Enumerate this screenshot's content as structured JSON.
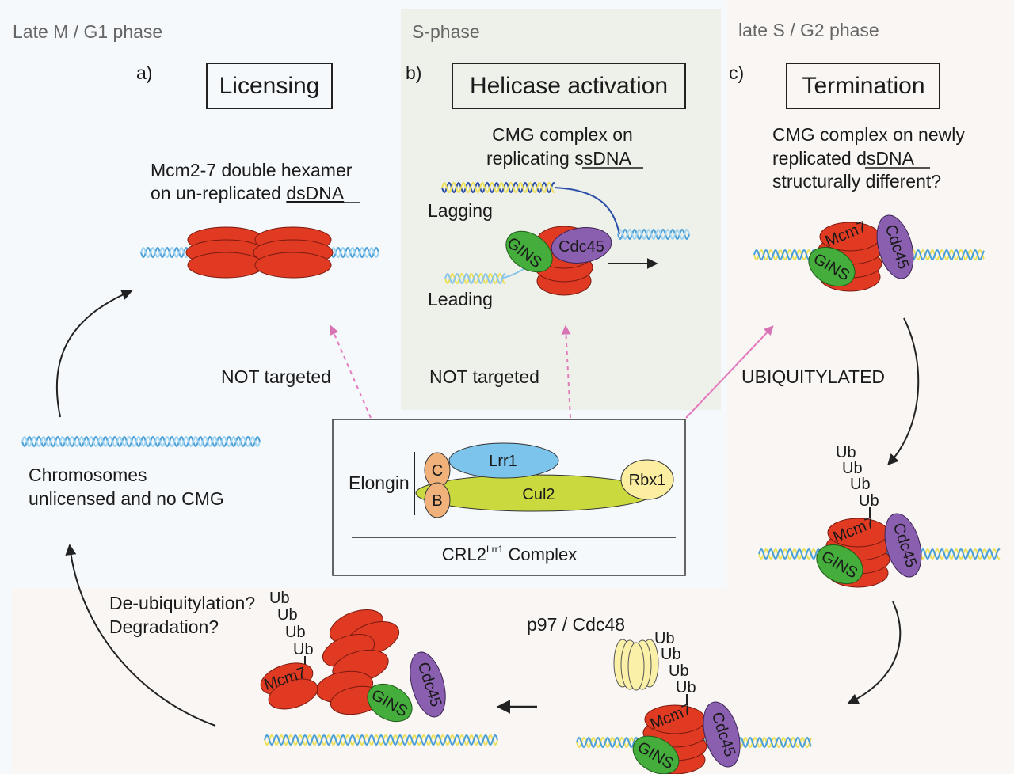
{
  "phases": {
    "g1": "Late M / G1 phase",
    "s": "S-phase",
    "g2": "late S / G2 phase"
  },
  "panels": {
    "a": {
      "letter": "a)",
      "title": "Licensing"
    },
    "b": {
      "letter": "b)",
      "title": "Helicase activation"
    },
    "c": {
      "letter": "c)",
      "title": "Termination"
    }
  },
  "captions": {
    "a_line1": "Mcm2-7 double hexamer",
    "a_line2_prefix": "on un-replicated ",
    "a_line2_ul": "dsDNA",
    "b_line1": "CMG complex on",
    "b_line2_prefix": "replicating ",
    "b_line2_ul": "ssDNA",
    "c_line1": "CMG complex on newly",
    "c_line2_prefix": "replicated ",
    "c_line2_ul": "dsDNA",
    "c_line3": "structurally different?"
  },
  "strands": {
    "lagging": "Lagging",
    "leading": "Leading"
  },
  "proteins": {
    "gins": "GINS",
    "cdc45": "Cdc45",
    "mcm7": "Mcm7",
    "ub": "Ub"
  },
  "arrows": {
    "not_targeted_a": "NOT targeted",
    "not_targeted_b": "NOT targeted",
    "ubiquitylated": "UBIQUITYLATED"
  },
  "crl2": {
    "elongin": "Elongin",
    "c": "C",
    "b": "B",
    "lrr1": "Lrr1",
    "cul2": "Cul2",
    "rbx1": "Rbx1",
    "complex_main": "CRL2",
    "complex_sup": "Lrr1",
    "complex_suffix": " Complex"
  },
  "chromosomes": {
    "line1": "Chromosomes",
    "line2": "unlicensed and no CMG"
  },
  "bottom": {
    "deubiq": "De-ubiquitylation?",
    "degradation": "Degradation?",
    "p97": "p97 / Cdc48"
  },
  "colors": {
    "mcm_red": "#e03a22",
    "gins_green": "#44ad3c",
    "cdc45_purple": "#8a5fb0",
    "lrr1_blue": "#7cc4ec",
    "cul2_green": "#c9d93e",
    "elongin_orange": "#f0b27a",
    "rbx1_yellow": "#fbeea0",
    "p97_yellow": "#faf0a8",
    "pink_arrow": "#e47bbf",
    "dna_blue": "#4a9fd8",
    "dna_yellow": "#ece05a"
  }
}
